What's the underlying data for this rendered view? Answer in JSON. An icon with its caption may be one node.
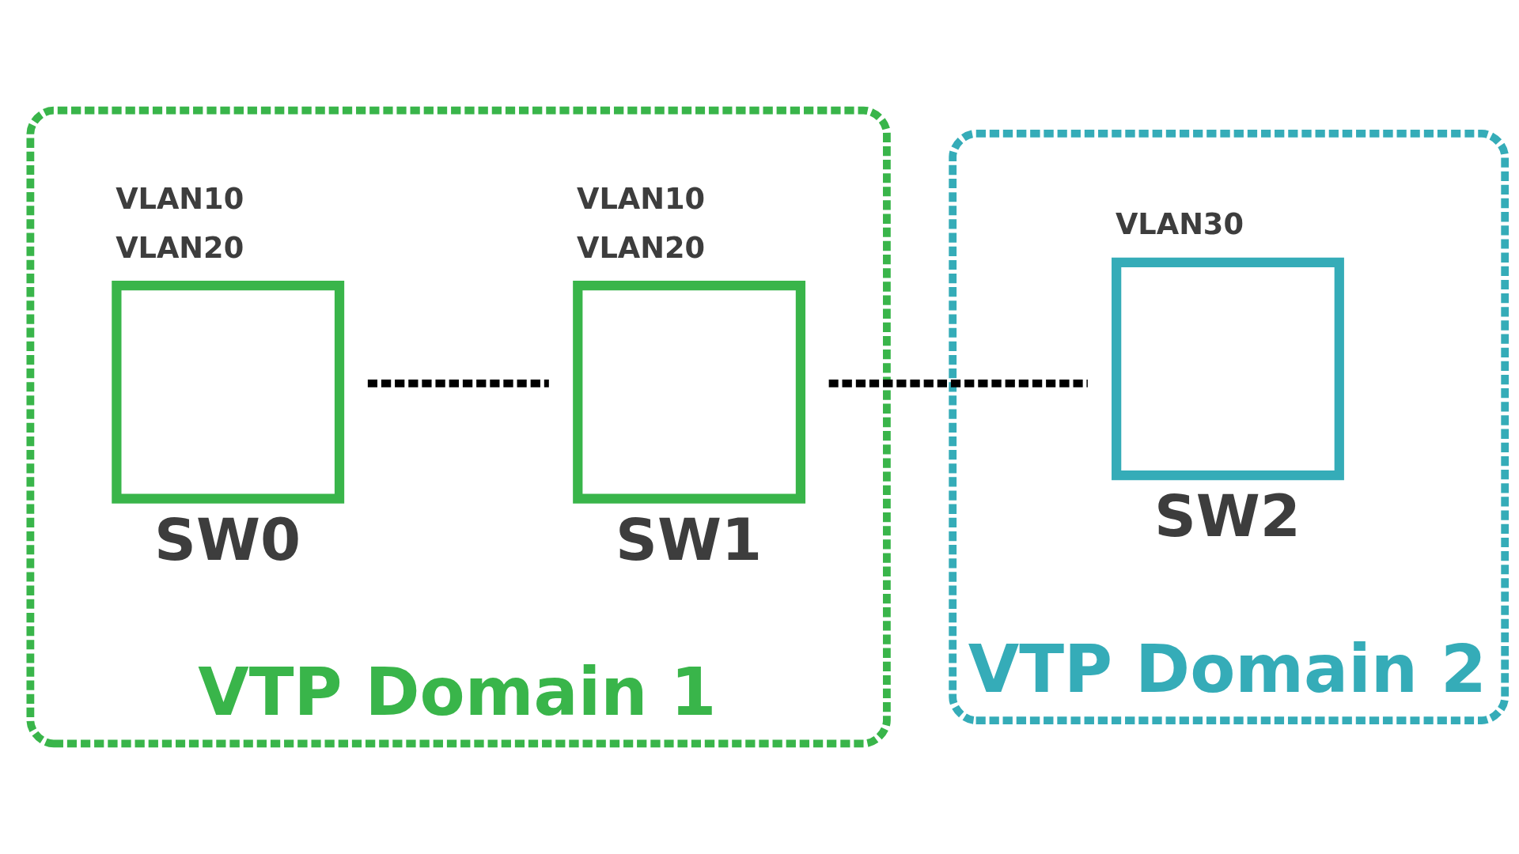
{
  "diagram": {
    "nodes": [
      {
        "text": [
          "VTP Domain 1"
        ]
      },
      {
        "text": [
          "SW0"
        ],
        "beside": [
          "VLAN10",
          "VLAN20"
        ],
        "in": 0
      },
      {
        "text": [
          "SW1"
        ],
        "beside": [
          "VLAN10",
          "VLAN20"
        ],
        "in": 0
      },
      {
        "text": [
          "VTP Domain 2"
        ]
      },
      {
        "text": [
          "SW2"
        ],
        "beside": [
          "VLAN30"
        ],
        "in": 3
      }
    ],
    "edges": [
      {
        "from": 1,
        "to": 2,
        "arrow": "none",
        "style": "dashed"
      },
      {
        "from": 2,
        "to": 4,
        "arrow": "none",
        "style": "dashed"
      }
    ]
  }
}
